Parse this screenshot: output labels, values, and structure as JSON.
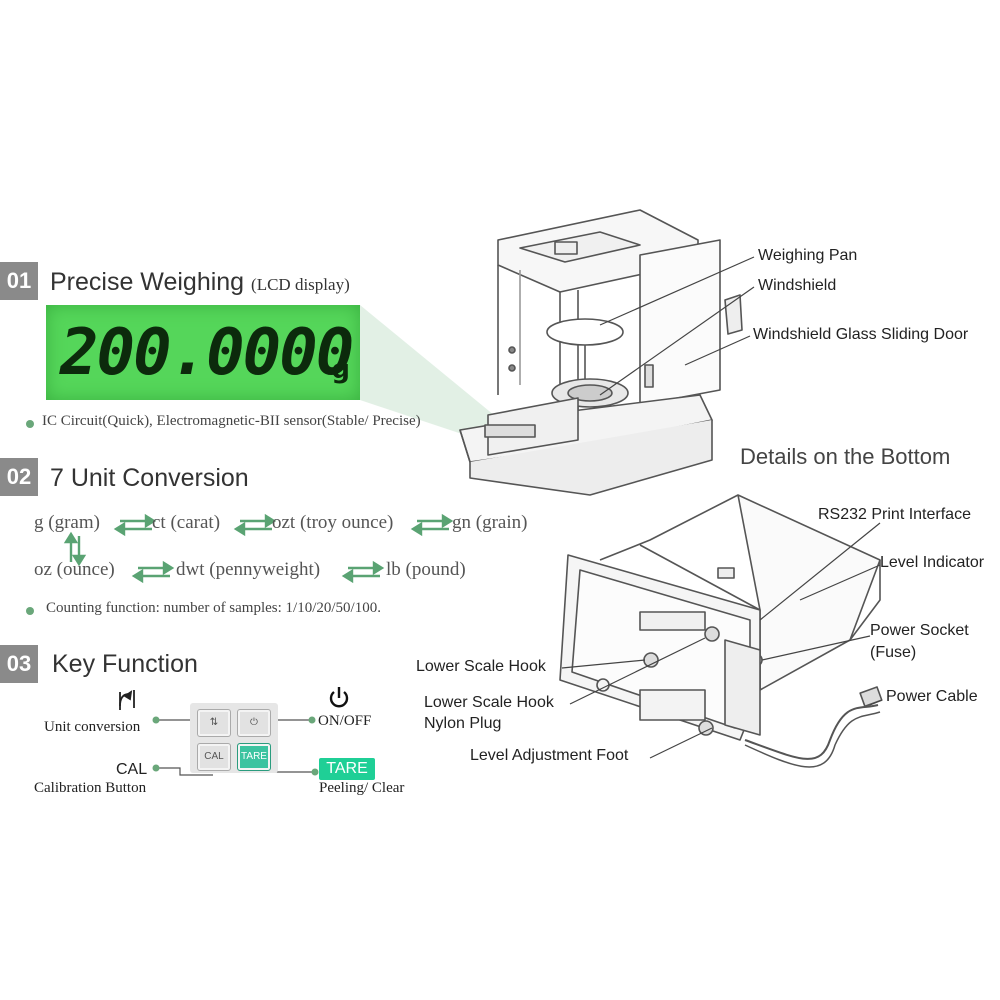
{
  "section1": {
    "num": "01",
    "title": "Precise Weighing",
    "subtitle": "(LCD display)",
    "lcd_value": "200.0000",
    "lcd_unit": "g",
    "bullet": "IC Circuit(Quick), Electromagnetic-BII sensor(Stable/ Precise)"
  },
  "section2": {
    "num": "02",
    "title": "7 Unit Conversion",
    "units": [
      "g (gram)",
      "ct (carat)",
      "ozt (troy ounce)",
      "gn (grain)",
      "oz (ounce)",
      "dwt (pennyweight)",
      "lb (pound)"
    ],
    "bullet": "Counting function: number of samples: 1/10/20/50/100."
  },
  "section3": {
    "num": "03",
    "title": "Key Function",
    "unit_conversion": "Unit conversion",
    "on_off": "ON/OFF",
    "cal": "CAL",
    "cal_desc": "Calibration Button",
    "tare": "TARE",
    "tare_desc": "Peeling/ Clear",
    "key_cal": "CAL",
    "key_tare": "TARE"
  },
  "top_labels": {
    "weighing_pan": "Weighing Pan",
    "windshield": "Windshield",
    "sliding_door": "Windshield Glass Sliding Door"
  },
  "bottom": {
    "heading": "Details on the Bottom",
    "rs232": "RS232 Print Interface",
    "level_indicator": "Level Indicator",
    "power_socket": "Power Socket",
    "fuse": "(Fuse)",
    "power_cable": "Power Cable",
    "lower_hook": "Lower Scale Hook",
    "hook_plug_1": "Lower Scale Hook",
    "hook_plug_2": "Nylon Plug",
    "level_foot": "Level Adjustment Foot"
  },
  "colors": {
    "lcd_green": "#55d65a",
    "accent_green": "#6aa77a",
    "tare_green": "#1fcf96",
    "badge_grey": "#8a8a8a"
  }
}
